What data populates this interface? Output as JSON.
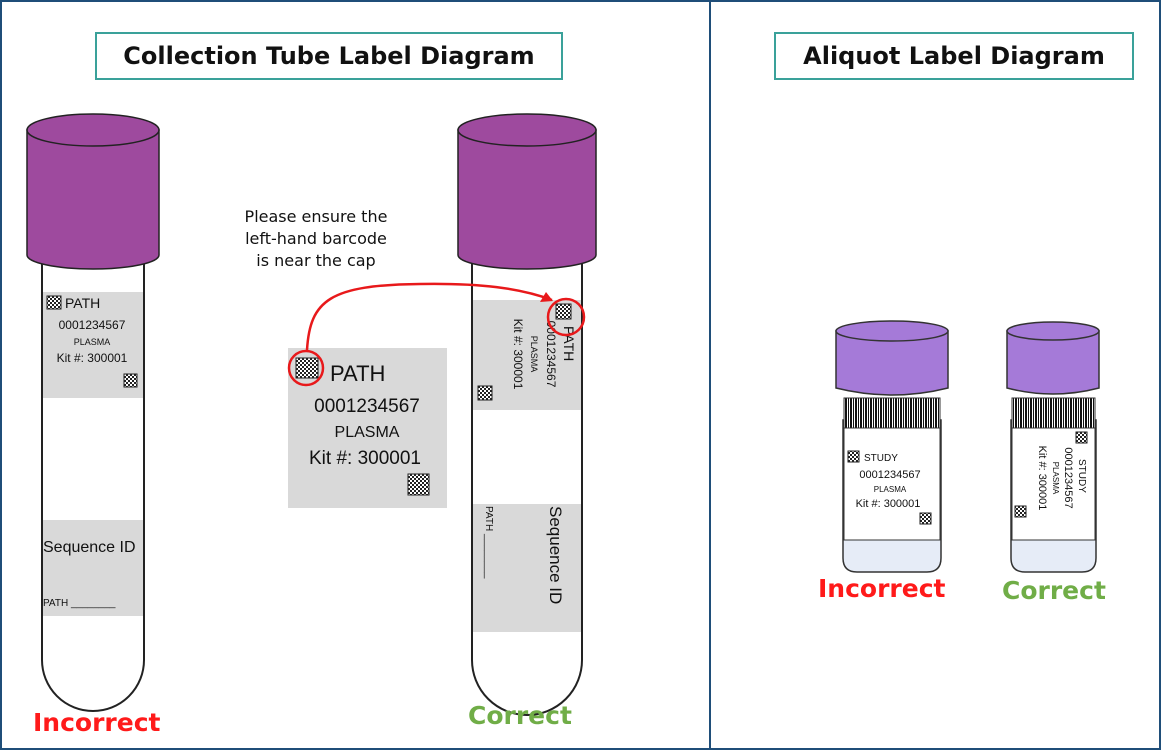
{
  "collection_panel": {
    "title": "Collection Tube Label Diagram",
    "incorrect_label": "Incorrect",
    "correct_label": "Correct",
    "note_lines": [
      "Please ensure the",
      "left-hand barcode",
      "is near the cap"
    ],
    "label": {
      "program": "PATH",
      "id": "0001234567",
      "sample_type": "PLASMA",
      "kit": "Kit #:  300001"
    },
    "sequence_label": {
      "title": "Sequence ID",
      "field": "PATH ________"
    },
    "sequence_label_rotated": {
      "title": "Sequence ID",
      "field": "PATH ________"
    },
    "enlarged_label": {
      "program": "PATH",
      "id": "0001234567",
      "sample_type": "PLASMA",
      "kit": "Kit #:  300001"
    }
  },
  "aliquot_panel": {
    "title": "Aliquot Label Diagram",
    "incorrect_label": "Incorrect",
    "correct_label": "Correct",
    "label": {
      "program": "STUDY",
      "id": "0001234567",
      "sample_type": "PLASMA",
      "kit": "Kit #: 300001"
    }
  },
  "colors": {
    "cap": "#9e4a9e",
    "aliquot_cap": "#a57ad8",
    "incorrect": "#ff1a1a",
    "correct": "#70ad47",
    "highlight": "#e8191b",
    "frame": "#1f4e79",
    "title_border": "#3aa19a",
    "label_fill": "#d9d9d9"
  }
}
